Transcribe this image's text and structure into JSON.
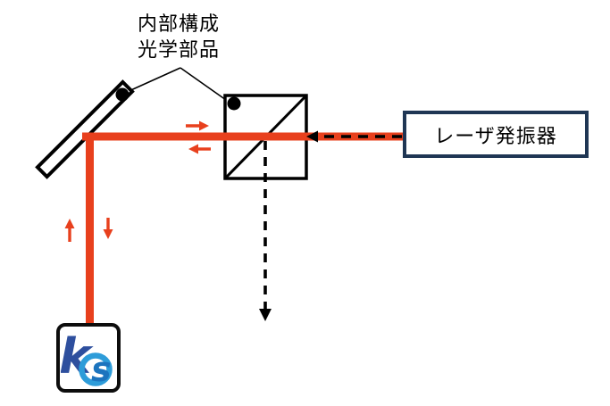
{
  "annotation": {
    "line1": "内部構成",
    "line2": "光学部品"
  },
  "laser": {
    "label": "レーザ発振器"
  },
  "logo": {
    "letter_k": "k",
    "letter_s": "s"
  },
  "colors": {
    "background": "#ffffff",
    "line": "#000000",
    "beam": "#e8401d",
    "laser_border": "#1f3654",
    "logo_k": "#2e4f9e",
    "logo_o": "#2d9cd9",
    "logo_s": "#1c74be"
  }
}
